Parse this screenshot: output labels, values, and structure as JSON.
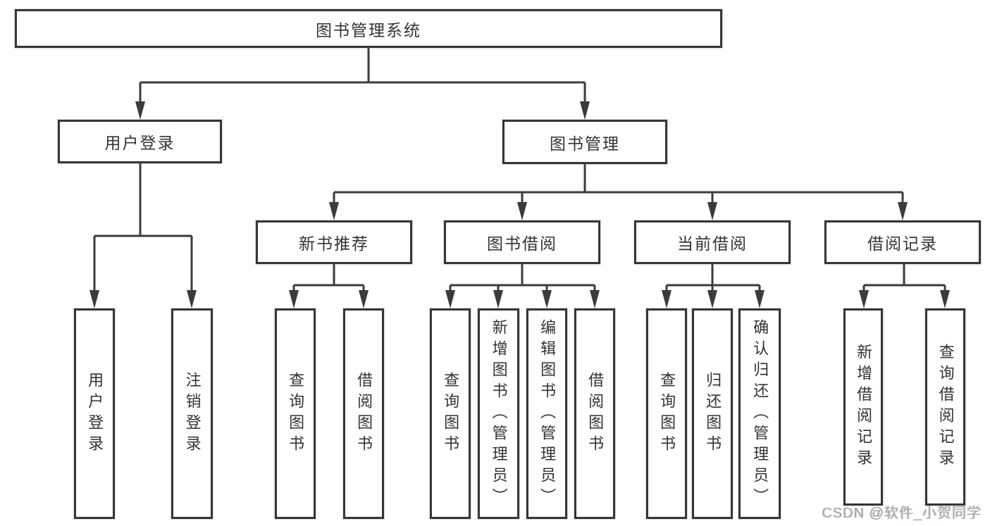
{
  "diagram": {
    "watermark": "CSDN @软件_小贺同学",
    "colors": {
      "line": "#3b3b3b",
      "border": "#363636",
      "text": "#333333",
      "watermark": "#a8a8a8",
      "background": "#ffffff"
    },
    "tree": {
      "root": {
        "label": "图书管理系统"
      },
      "level2": [
        {
          "label": "用户登录"
        },
        {
          "label": "图书管理"
        }
      ],
      "level3": [
        {
          "label": "新书推荐"
        },
        {
          "label": "图书借阅"
        },
        {
          "label": "当前借阅"
        },
        {
          "label": "借阅记录"
        }
      ],
      "leaves": {
        "user_login": [
          "用户登录",
          "注销登录"
        ],
        "new_book_rec": [
          "查询图书",
          "借阅图书"
        ],
        "book_borrow": [
          "查询图书",
          "新增图书（管理员）",
          "编辑图书（管理员）",
          "借阅图书"
        ],
        "current_borrow": [
          "查询图书",
          "归还图书",
          "确认归还（管理员）"
        ],
        "borrow_records": [
          "新增借阅记录",
          "查询借阅记录"
        ]
      }
    }
  }
}
